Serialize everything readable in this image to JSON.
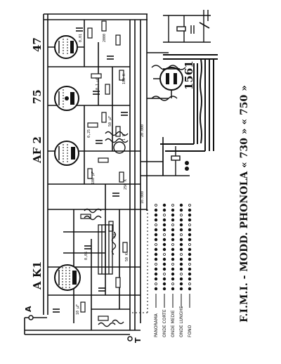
{
  "title": "F.I.M.I. - MODD. PHONOLA « 730 » « 750 »",
  "tubes": [
    {
      "id": "47",
      "label": "47"
    },
    {
      "id": "75",
      "label": "75"
    },
    {
      "id": "AF2",
      "label": "AF 2"
    },
    {
      "id": "AK1",
      "label": "A K1"
    },
    {
      "id": "1561",
      "label": "1561"
    }
  ],
  "terminals": {
    "antenna": "A",
    "ground": "T"
  },
  "switch_legend": [
    "PANORAMA",
    "ONDE CORTE",
    "ONDE MEDIE",
    "ONDE LUNGHE",
    "FONO"
  ],
  "component_values": [
    "0,01",
    "2000",
    "100 K",
    "0,1 µF",
    "50 µF",
    "0,25",
    "1 M",
    "100 pF",
    "250 K",
    "500",
    "0,05",
    "50 K",
    "20.000",
    "10 µF",
    "16.000"
  ]
}
